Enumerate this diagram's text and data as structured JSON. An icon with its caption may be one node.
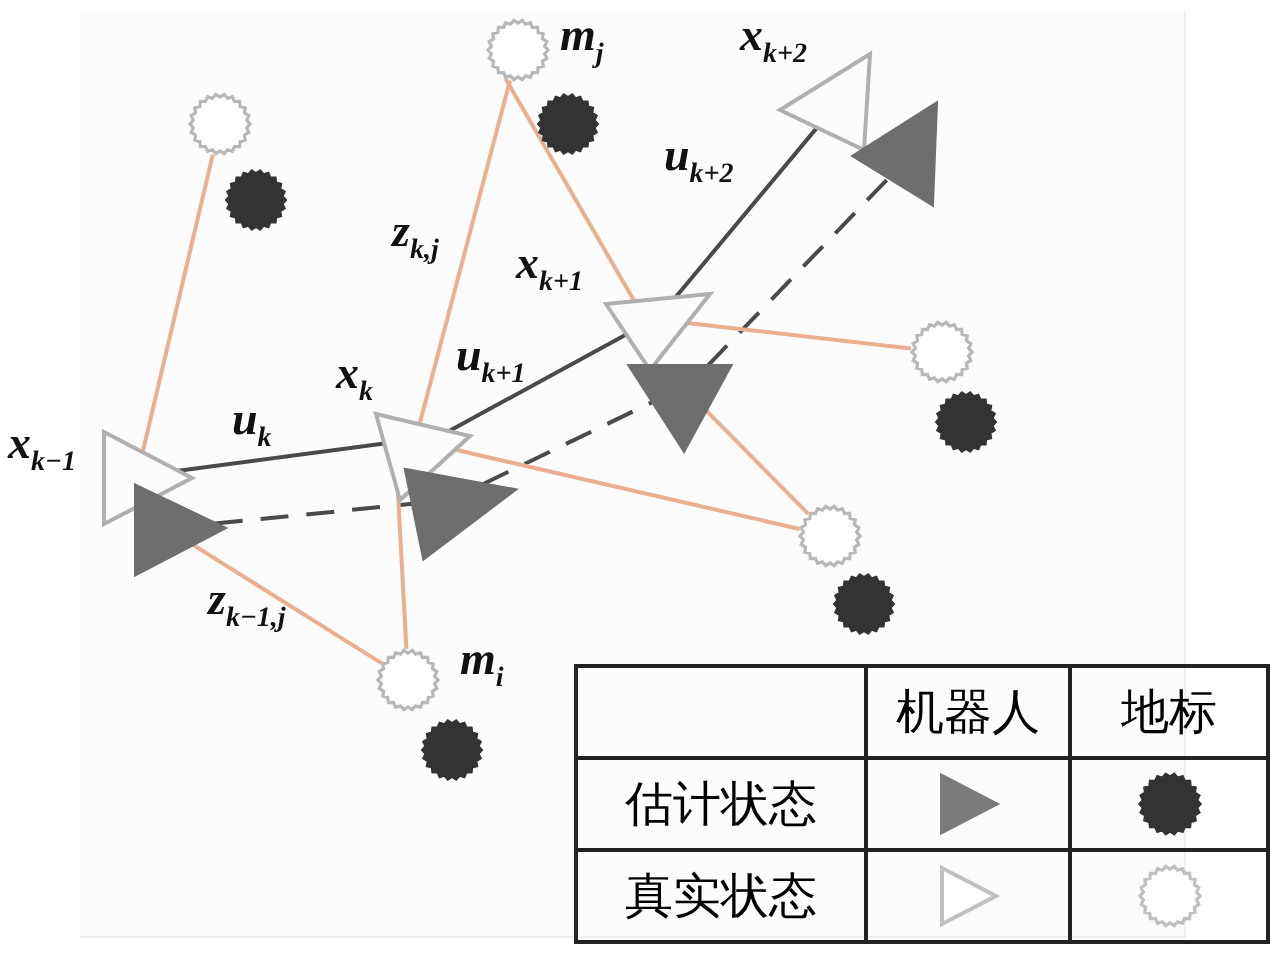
{
  "diagram": {
    "nodes": [
      {
        "text": [],
        "shape": "triangle",
        "beside": [
          "x$_{k−1}$"
        ]
      },
      {
        "text": [],
        "shape": "triangle",
        "beside": [
          "x$_{k}$"
        ]
      },
      {
        "text": [],
        "shape": "triangle",
        "beside": [
          "x$_{k+1}$"
        ]
      },
      {
        "text": [],
        "shape": "triangle",
        "beside": [
          "x$_{k+2}$"
        ]
      },
      {
        "text": [],
        "shape": "triangle"
      },
      {
        "text": [],
        "shape": "triangle"
      },
      {
        "text": [],
        "shape": "triangle"
      },
      {
        "text": [],
        "shape": "triangle"
      },
      {
        "text": [],
        "shape": "circle"
      },
      {
        "text": [],
        "shape": "circle",
        "beside": [
          "m$_{j}$"
        ]
      },
      {
        "text": [],
        "shape": "circle"
      },
      {
        "text": [],
        "shape": "circle"
      },
      {
        "text": [],
        "shape": "circle",
        "beside": [
          "m$_{i}$"
        ]
      },
      {
        "text": [],
        "shape": "circle"
      },
      {
        "text": [],
        "shape": "circle"
      },
      {
        "text": [],
        "shape": "circle"
      },
      {
        "text": [],
        "shape": "circle"
      },
      {
        "text": [],
        "shape": "circle"
      }
    ],
    "edges": [
      {
        "from": 0,
        "to": 1,
        "arrow": "none",
        "label": "u$_{k}$",
        "color": "#4a4a4a"
      },
      {
        "from": 1,
        "to": 2,
        "arrow": "none",
        "label": "u$_{k+1}$",
        "color": "#4a4a4a"
      },
      {
        "from": 2,
        "to": 3,
        "arrow": "none",
        "label": "u$_{k+2}$",
        "color": "#4a4a4a"
      },
      {
        "from": 4,
        "to": 5,
        "arrow": "none",
        "style": "dashed",
        "color": "#4a4a4a"
      },
      {
        "from": 5,
        "to": 6,
        "arrow": "none",
        "style": "dashed",
        "color": "#4a4a4a"
      },
      {
        "from": 6,
        "to": 7,
        "arrow": "none",
        "style": "dashed",
        "color": "#4a4a4a"
      },
      {
        "from": 0,
        "to": 8,
        "arrow": "none"
      },
      {
        "from": 4,
        "to": 12,
        "arrow": "none",
        "label": "z$_{k−1,j}$"
      },
      {
        "from": 1,
        "to": 9,
        "arrow": "none",
        "label": "z$_{k,j}$"
      },
      {
        "from": 1,
        "to": 12,
        "arrow": "none"
      },
      {
        "from": 1,
        "to": 11,
        "arrow": "none"
      },
      {
        "from": 2,
        "to": 9,
        "arrow": "none"
      },
      {
        "from": 6,
        "to": 11,
        "arrow": "none"
      },
      {
        "from": 2,
        "to": 10,
        "arrow": "none"
      }
    ],
    "labels": [
      "机器人",
      "地标",
      "估计状态",
      "真实状态"
    ]
  }
}
